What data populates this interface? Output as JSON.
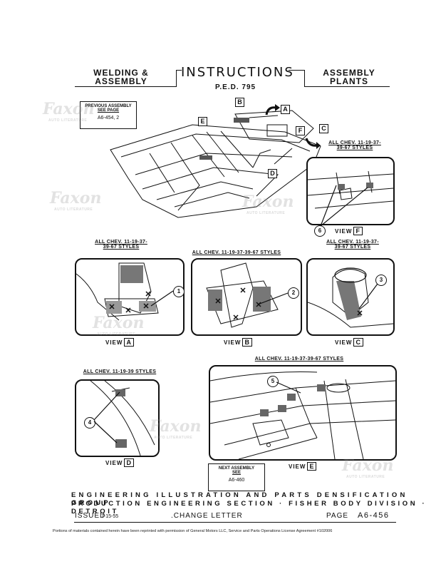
{
  "header": {
    "left_line1": "WELDING &",
    "left_line2": "ASSEMBLY",
    "title": "INSTRUCTIONS",
    "right_line1": "ASSEMBLY",
    "right_line2": "PLANTS",
    "ped": "P.E.D. 795"
  },
  "previous_assembly": {
    "line1": "PREVIOUS ASSEMBLY",
    "line2": "SEE PAGE",
    "code": "A6-454, 2"
  },
  "next_assembly": {
    "line1": "NEXT ASSEMBLY",
    "line2": "SEE",
    "code": "A6-460"
  },
  "main_view_letters": [
    "A",
    "B",
    "C",
    "D",
    "E",
    "F"
  ],
  "views": {
    "F": {
      "style_line1": "ALL CHEV. 11-19-37-",
      "style_line2": "39-67 STYLES",
      "label": "VIEW",
      "letter": "F",
      "callouts": [
        "6"
      ]
    },
    "A": {
      "style_line1": "ALL CHEV. 11-19-37-",
      "style_line2": "39-67 STYLES",
      "label": "VIEW",
      "letter": "A",
      "callouts": [
        "1"
      ]
    },
    "B": {
      "style_line1": "ALL CHEV. 11-19-37-39-67 STYLES",
      "label": "VIEW",
      "letter": "B",
      "callouts": [
        "2"
      ]
    },
    "C": {
      "style_line1": "ALL CHEV. 11-19-37-",
      "style_line2": "39-67 STYLES",
      "label": "VIEW",
      "letter": "C",
      "callouts": [
        "3"
      ]
    },
    "D": {
      "style_line1": "ALL CHEV. 11-19-39 STYLES",
      "label": "VIEW",
      "letter": "D",
      "callouts": [
        "4"
      ]
    },
    "E": {
      "style_line1": "ALL CHEV. 11-19-37-39-67 STYLES",
      "label": "VIEW",
      "letter": "E",
      "callouts": [
        "5"
      ]
    }
  },
  "watermark": {
    "brand": "Faxon",
    "sub": "AUTO LITERATURE"
  },
  "footer": {
    "line1": "ENGINEERING ILLUSTRATION AND PARTS DENSIFICATION GROUP",
    "line2": "PRODUCTION ENGINEERING SECTION · FISHER BODY DIVISION · DETROIT",
    "issued_label": "ISSUED",
    "issued_date": "7-15-55",
    "change_letter": ".CHANGE LETTER",
    "page_label": "PAGE",
    "page_number": "A6-456",
    "permission": "Portions of materials contained herein have been reprinted with permission of General Motors LLC, Service and Parts Operations License Agreement #102006"
  }
}
